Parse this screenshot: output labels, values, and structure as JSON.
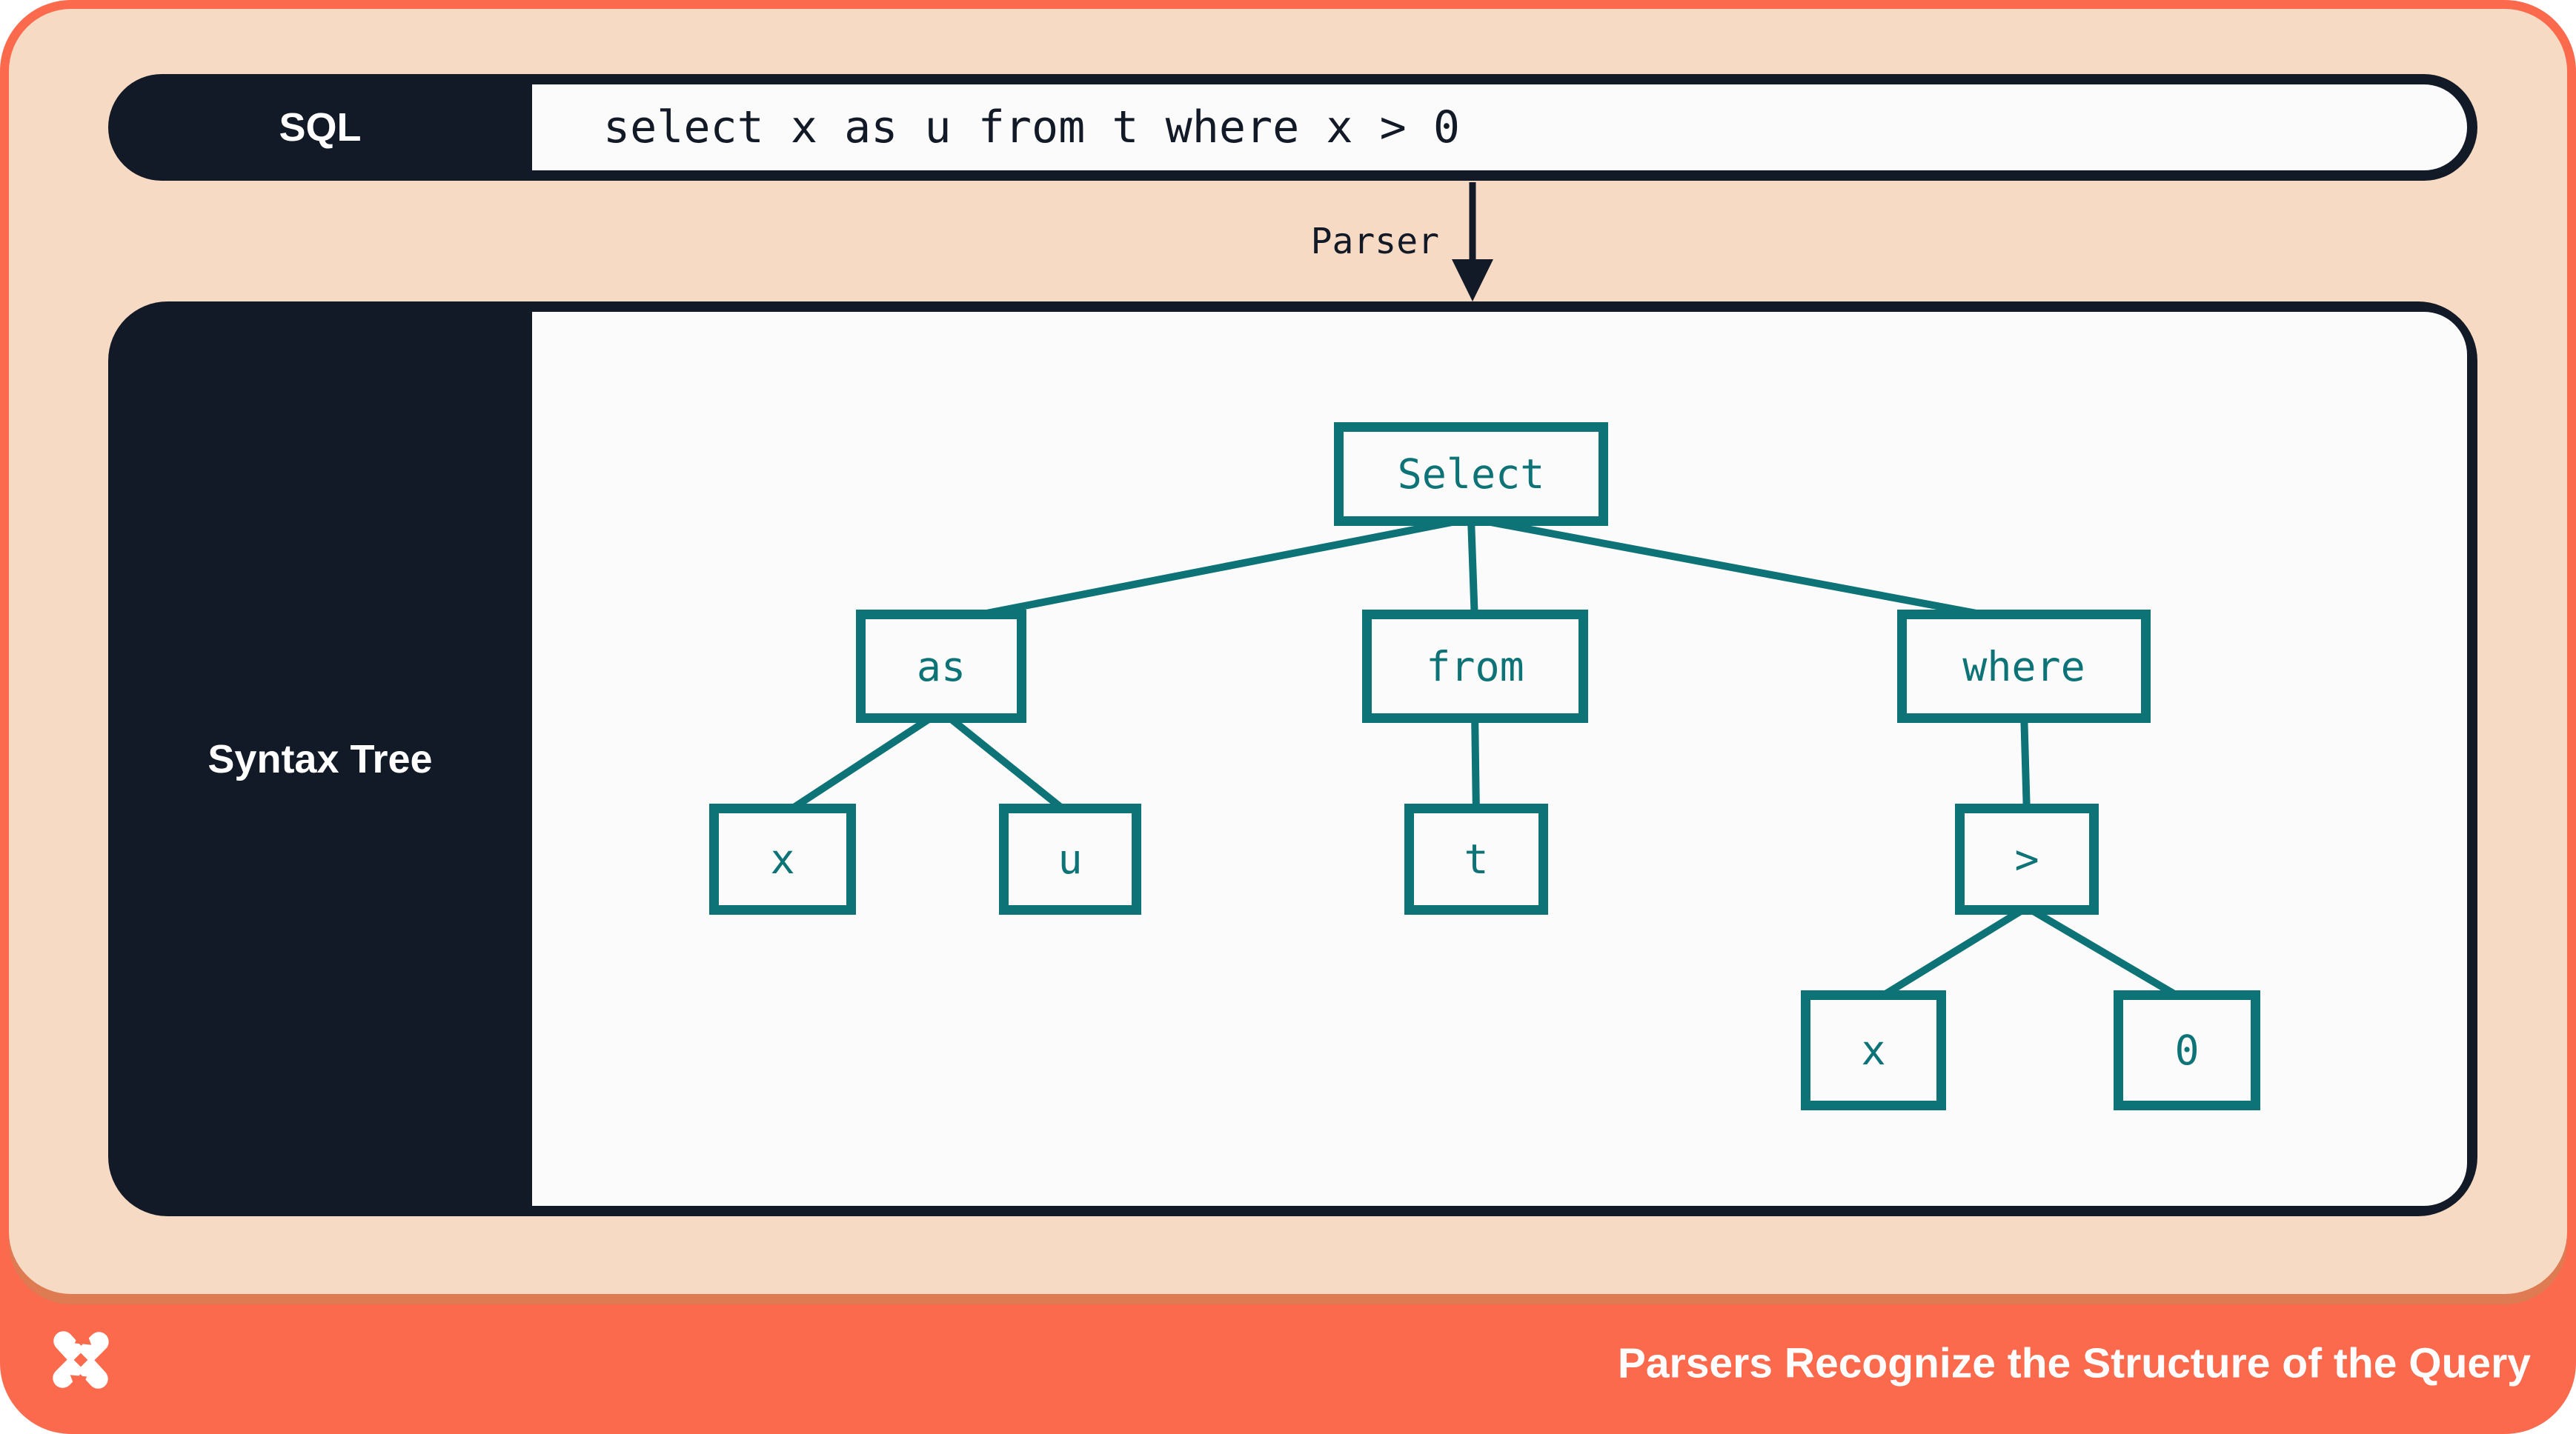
{
  "sql_bar": {
    "label": "SQL",
    "query": "select x as u from t where x > 0"
  },
  "parser": {
    "label": "Parser"
  },
  "tree_panel": {
    "label": "Syntax Tree"
  },
  "tree": {
    "root": "Select",
    "nodes": [
      {
        "id": "select",
        "label": "Select"
      },
      {
        "id": "as",
        "label": "as"
      },
      {
        "id": "from",
        "label": "from"
      },
      {
        "id": "where",
        "label": "where"
      },
      {
        "id": "x1",
        "label": "x"
      },
      {
        "id": "u",
        "label": "u"
      },
      {
        "id": "t",
        "label": "t"
      },
      {
        "id": "gt",
        "label": ">"
      },
      {
        "id": "x2",
        "label": "x"
      },
      {
        "id": "zero",
        "label": "0"
      }
    ],
    "edges": [
      [
        "Select",
        "as"
      ],
      [
        "Select",
        "from"
      ],
      [
        "Select",
        "where"
      ],
      [
        "as",
        "x"
      ],
      [
        "as",
        "u"
      ],
      [
        "from",
        "t"
      ],
      [
        "where",
        ">"
      ],
      [
        ">",
        "x"
      ],
      [
        ">",
        "0"
      ]
    ]
  },
  "footer": {
    "title": "Parsers Recognize the Structure of the Query",
    "logo": "pinwheel-x-logo"
  },
  "colors": {
    "frame_orange": "#FB6A4C",
    "peach_background": "#F7DAC3",
    "footer_accent_line": "#DF7B53",
    "panel_navy": "#131A27",
    "node_teal": "#0D7377",
    "content_white": "#FBFBFB"
  }
}
